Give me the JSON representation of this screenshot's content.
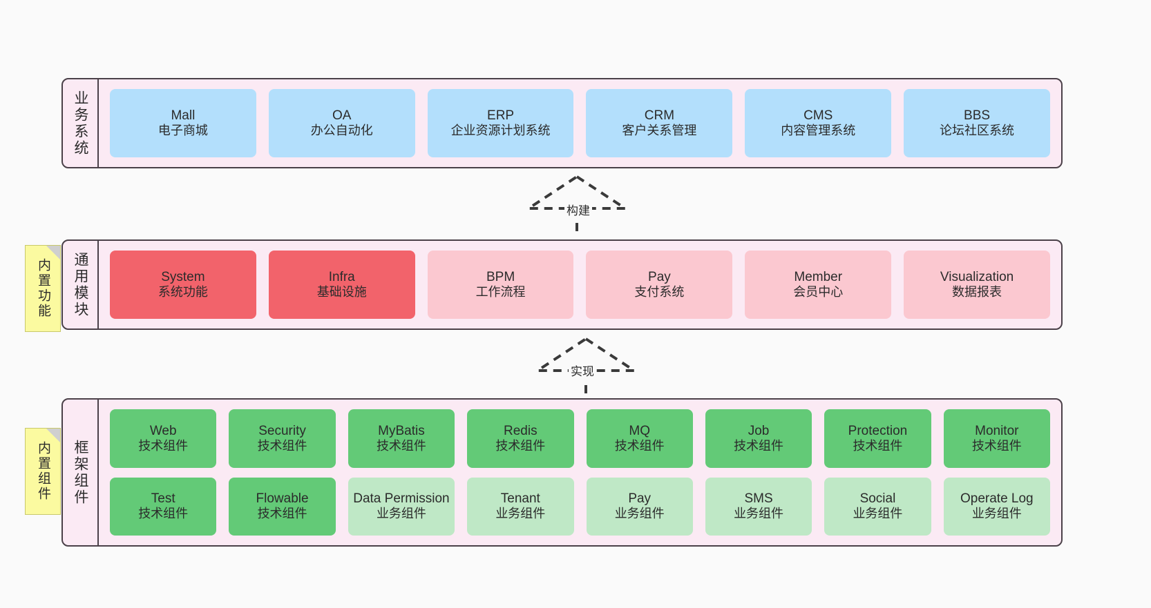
{
  "diagram": {
    "background_color": "#fafafa",
    "panel_fill": "#fbeaf4",
    "panel_border": "#4a4048",
    "note_fill": "#fbfaa0",
    "colors": {
      "business": "#b3dffc",
      "core_module": "#f2636b",
      "module": "#fbc8d0",
      "tech_component": "#63ca77",
      "biz_component": "#bfe8c6"
    }
  },
  "layers": [
    {
      "id": "business",
      "label": "业务系统",
      "rows": [
        [
          {
            "title": "Mall",
            "sub": "电子商城",
            "color": "blue"
          },
          {
            "title": "OA",
            "sub": "办公自动化",
            "color": "blue"
          },
          {
            "title": "ERP",
            "sub": "企业资源计划系统",
            "color": "blue"
          },
          {
            "title": "CRM",
            "sub": "客户关系管理",
            "color": "blue"
          },
          {
            "title": "CMS",
            "sub": "内容管理系统",
            "color": "blue"
          },
          {
            "title": "BBS",
            "sub": "论坛社区系统",
            "color": "blue"
          }
        ]
      ]
    },
    {
      "id": "common",
      "label": "通用模块",
      "note": "内置功能",
      "rows": [
        [
          {
            "title": "System",
            "sub": "系统功能",
            "color": "red"
          },
          {
            "title": "Infra",
            "sub": "基础设施",
            "color": "red"
          },
          {
            "title": "BPM",
            "sub": "工作流程",
            "color": "pink"
          },
          {
            "title": "Pay",
            "sub": "支付系统",
            "color": "pink"
          },
          {
            "title": "Member",
            "sub": "会员中心",
            "color": "pink"
          },
          {
            "title": "Visualization",
            "sub": "数据报表",
            "color": "pink"
          }
        ]
      ]
    },
    {
      "id": "framework",
      "label": "框架组件",
      "note": "内置组件",
      "rows": [
        [
          {
            "title": "Web",
            "sub": "技术组件",
            "color": "green"
          },
          {
            "title": "Security",
            "sub": "技术组件",
            "color": "green"
          },
          {
            "title": "MyBatis",
            "sub": "技术组件",
            "color": "green"
          },
          {
            "title": "Redis",
            "sub": "技术组件",
            "color": "green"
          },
          {
            "title": "MQ",
            "sub": "技术组件",
            "color": "green"
          },
          {
            "title": "Job",
            "sub": "技术组件",
            "color": "green"
          },
          {
            "title": "Protection",
            "sub": "技术组件",
            "color": "green"
          },
          {
            "title": "Monitor",
            "sub": "技术组件",
            "color": "green"
          }
        ],
        [
          {
            "title": "Test",
            "sub": "技术组件",
            "color": "green"
          },
          {
            "title": "Flowable",
            "sub": "技术组件",
            "color": "green"
          },
          {
            "title": "Data Permission",
            "sub": "业务组件",
            "color": "lightgreen"
          },
          {
            "title": "Tenant",
            "sub": "业务组件",
            "color": "lightgreen"
          },
          {
            "title": "Pay",
            "sub": "业务组件",
            "color": "lightgreen"
          },
          {
            "title": "SMS",
            "sub": "业务组件",
            "color": "lightgreen"
          },
          {
            "title": "Social",
            "sub": "业务组件",
            "color": "lightgreen"
          },
          {
            "title": "Operate Log",
            "sub": "业务组件",
            "color": "lightgreen"
          }
        ]
      ]
    }
  ],
  "connectors": [
    {
      "id": "build",
      "label": "构建",
      "style": "dashed-generalization",
      "from": "common",
      "to": "business"
    },
    {
      "id": "impl",
      "label": "实现",
      "style": "dashed-generalization",
      "from": "framework",
      "to": "common"
    }
  ]
}
